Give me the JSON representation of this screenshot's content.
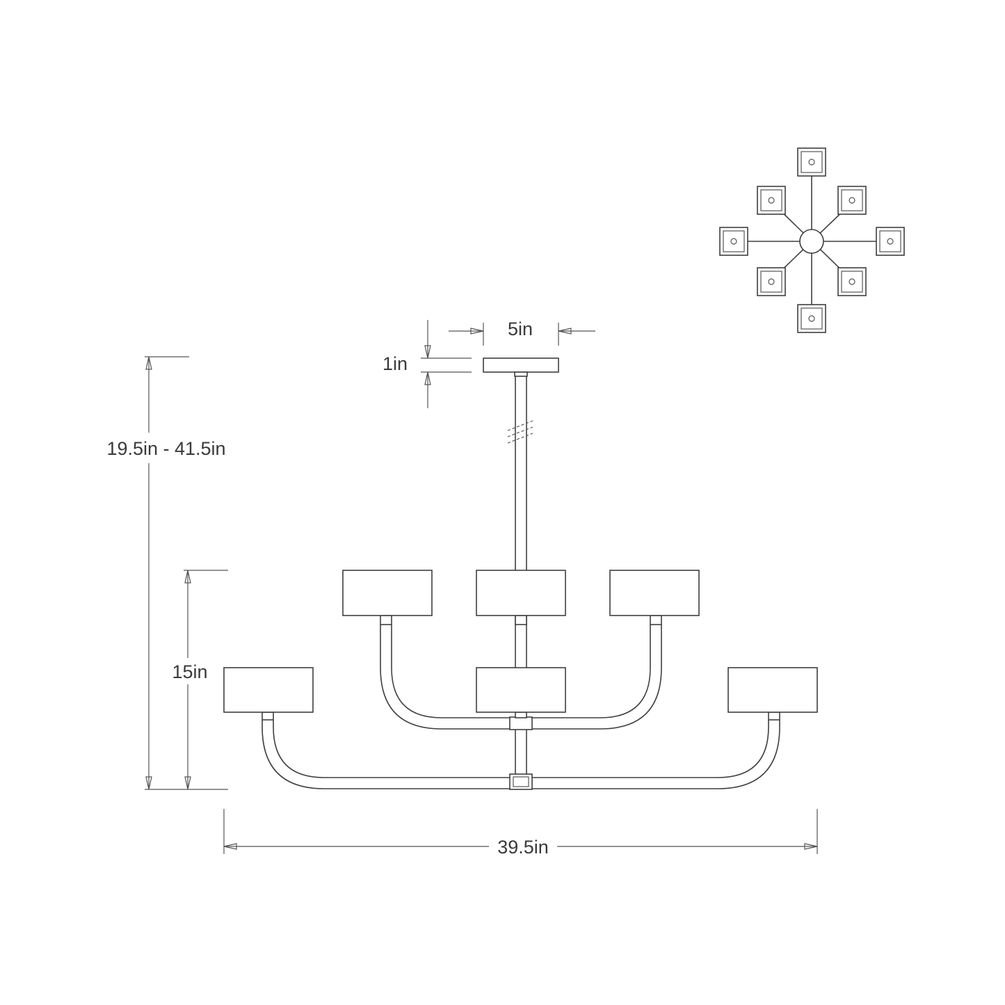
{
  "dimensions": {
    "canopy_width": "5in",
    "canopy_height": "1in",
    "overall_height": "19.5in - 41.5in",
    "body_height": "15in",
    "overall_width": "39.5in"
  },
  "colors": {
    "line": "#3f3f3f",
    "text": "#3a3a3a",
    "background": "#ffffff"
  },
  "views": {
    "top_view_shades": 8,
    "front_view_shades": 6
  }
}
